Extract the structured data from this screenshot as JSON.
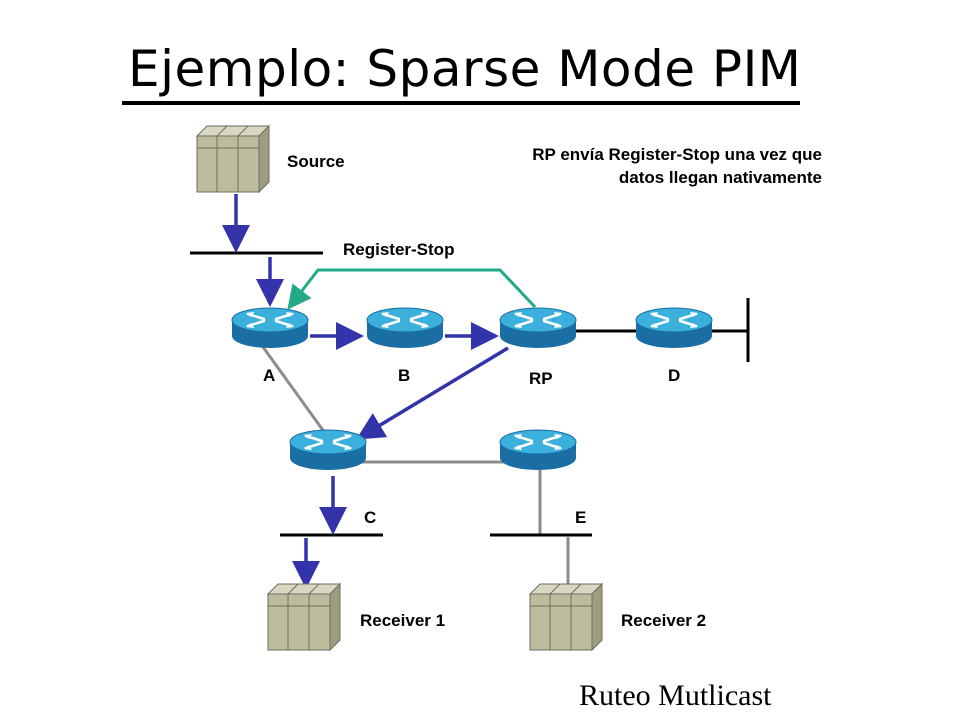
{
  "title": "Ejemplo: Sparse Mode PIM",
  "note": "RP envía Register-Stop una vez que datos llegan nativamente",
  "labels": {
    "source": "Source",
    "register_stop": "Register-Stop",
    "router_a": "A",
    "router_b": "B",
    "router_rp": "RP",
    "router_d": "D",
    "router_c": "C",
    "router_e": "E",
    "receiver1": "Receiver 1",
    "receiver2": "Receiver 2"
  },
  "footer": "Ruteo Mutlicast",
  "colors": {
    "data_flow": "#3333aa",
    "register_stop": "#22aa88",
    "link": "#8c8c8c",
    "router_top": "#3bb0dd",
    "router_side": "#1a6ea3",
    "host": "#bdbc9e"
  }
}
